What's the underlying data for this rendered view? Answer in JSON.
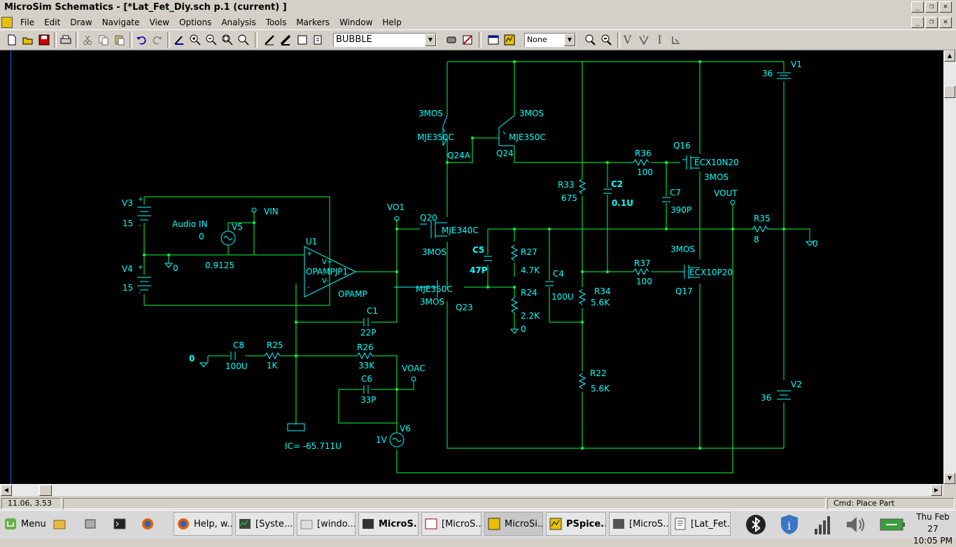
{
  "window": {
    "title": "MicroSim Schematics - [*Lat_Fet_Diy.sch  p.1 (current)  ]"
  },
  "menu": [
    "File",
    "Edit",
    "Draw",
    "Navigate",
    "View",
    "Options",
    "Analysis",
    "Tools",
    "Markers",
    "Window",
    "Help"
  ],
  "toolbar": {
    "part_combo": "BUBBLE",
    "zoom_combo": "None",
    "text_tools": [
      "V",
      "I"
    ]
  },
  "status": {
    "coords": "11.06, 3.53",
    "command": "Cmd: Place Part"
  },
  "schematic": {
    "labels": {
      "v3": "V3",
      "v3_val": "15",
      "v4": "V4",
      "v4_val": "15",
      "audio_in": "Audio IN",
      "v5_dc": "0",
      "v5": "V5",
      "v5_val": "0.9125",
      "vin": "VIN",
      "u1": "U1",
      "opamp_part": "OPAMPJP1",
      "opamp": "OPAMP",
      "vplus": "V+",
      "vminus": "V-",
      "plus": "+",
      "minus": "-",
      "gnd_a": "0",
      "vo1": "VO1",
      "c1": "C1",
      "c1_val": "22P",
      "c8": "C8",
      "c8_val": "100U",
      "r25": "R25",
      "r25_val": "1K",
      "r26": "R26",
      "r26_val": "33K",
      "c6": "C6",
      "c6_val": "33P",
      "voac": "VOAC",
      "v6": "V6",
      "v6_val": "1V",
      "ic": "IC= -65.711U",
      "gnd_left": "0",
      "q20": "Q20",
      "q20_part": "MJE340C",
      "q20_mos": "3MOS",
      "q24a_mos": "3MOS",
      "q24a_part": "MJE350C",
      "q24a": "Q24A",
      "q24_mos": "3MOS",
      "q24_part": "MJE350C",
      "q24": "Q24",
      "q23_part": "MJE350C",
      "q23_mos": "3MOS",
      "q23": "Q23",
      "c5": "C5",
      "c5_val": "47P",
      "r27": "R27",
      "r27_val": "4.7K",
      "r24": "R24",
      "r24_val": "2.2K",
      "gnd_r24": "0",
      "c4": "C4",
      "c4_val": "100U",
      "r33": "R33",
      "r33_val": "675",
      "c2": "C2",
      "c2_val": "0.1U",
      "r34": "R34",
      "r34_val": "5.6K",
      "r22": "R22",
      "r22_val": "5.6K",
      "r36": "R36",
      "r36_val": "100",
      "c7": "C7",
      "c7_val": "390P",
      "r37": "R37",
      "r37_val": "100",
      "q16": "Q16",
      "q16_part": "ECX10N20",
      "q16_mos": "3MOS",
      "q17": "Q17",
      "q17_part": "ECX10P20",
      "q17_mos": "3MOS",
      "vout": "VOUT",
      "r35": "R35",
      "r35_val": "8",
      "gnd_right": "0",
      "v1": "V1",
      "v1_val": "36",
      "v2": "V2",
      "v2_val": "36"
    }
  },
  "taskbar": {
    "menu_label": "Menu",
    "tasks": [
      "Help, w...",
      "[Syste...",
      "[windo...",
      "MicroS...",
      "[MicroS...",
      "MicroSi...",
      "PSpice...",
      "[MicroS...",
      "[Lat_Fet..."
    ],
    "clock_day": "Thu Feb 27",
    "clock_time": "10:05 PM"
  },
  "colors": {
    "wire": "#00ff40",
    "label": "#00ffff",
    "canvas": "#000000"
  }
}
